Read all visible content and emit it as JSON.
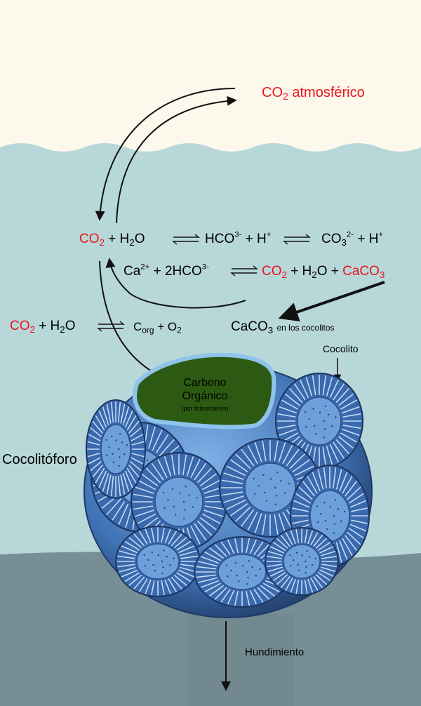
{
  "colors": {
    "sky": "#fdf8ec",
    "sea": "#b8d7d9",
    "deep_sea": "#768e96",
    "highlight_chemistry": "#e8141b",
    "organic_carbon": "#2c5a12",
    "coccolith_blue": "#4e86c8"
  },
  "labels": {
    "co2_atmospheric": {
      "formula": "CO",
      "subscript": "2",
      "text": "atmosférico"
    },
    "equation_1": {
      "co2": "CO",
      "co2_sub": "2",
      "plus_h2o": "+ H",
      "h2o_sub": "2",
      "h2o_end": "O",
      "hco3": "HCO",
      "hco3_sup": "3-",
      "plus_h": "+ H",
      "h_sup": "+",
      "co3": "CO",
      "co3_sub": "3",
      "co3_sup": "2-",
      "plus_h_2": "+ H",
      "h_sup_2": "+"
    },
    "equation_2": {
      "ca": "Ca",
      "ca_sup": "2+",
      "plus_hco3": "+ 2HCO",
      "hco3_sup": "3-",
      "co2": "CO",
      "co2_sub": "2",
      "plus_h2o": "+ H",
      "h2o_sub": "2",
      "h2o_end": "O +",
      "caco3": "CaCO",
      "caco3_sub": "3"
    },
    "equation_3": {
      "co2": "CO",
      "co2_sub": "2",
      "plus_h2o": "+ H",
      "h2o_sub": "2",
      "h2o_end": "O",
      "corg": "C",
      "corg_sub": "org",
      "plus_o2": "+ O",
      "o2_sub": "2"
    },
    "caco3_coccoliths": {
      "formula": "CaCO",
      "subscript": "3",
      "suffix": "en los cocolitos"
    },
    "cocolito": "Cocolito",
    "organic_carbon": {
      "line1": "Carbono",
      "line2": "Orgánico",
      "note": "(por fotosíntesis)"
    },
    "cocolitoforo": "Cocolitóforo",
    "hundimiento": "Hundimiento"
  }
}
